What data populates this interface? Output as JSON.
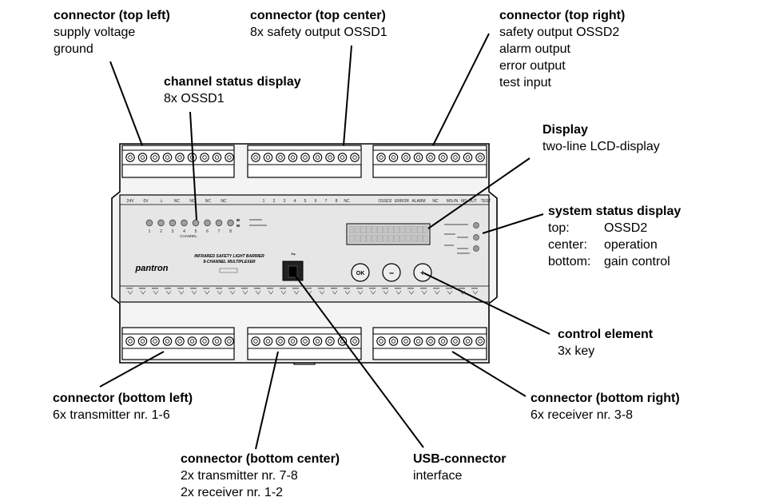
{
  "callouts": {
    "top_left": {
      "title": "connector (top left)",
      "lines": [
        "supply voltage",
        "ground"
      ]
    },
    "top_center": {
      "title": "connector (top center)",
      "lines": [
        "8x safety output OSSD1"
      ]
    },
    "top_right": {
      "title": "connector (top right)",
      "lines": [
        "safety output OSSD2",
        "alarm output",
        "error output",
        "test input"
      ]
    },
    "channel_status": {
      "title": "channel status display",
      "lines": [
        "8x OSSD1"
      ]
    },
    "display": {
      "title": "Display",
      "lines": [
        "two-line LCD-display"
      ]
    },
    "system_status": {
      "title": "system status display",
      "rows": [
        {
          "key": "top:",
          "value": "OSSD2"
        },
        {
          "key": "center:",
          "value": "operation"
        },
        {
          "key": "bottom:",
          "value": "gain control"
        }
      ]
    },
    "control": {
      "title": "control element",
      "lines": [
        "3x key"
      ]
    },
    "bottom_left": {
      "title": "connector (bottom left)",
      "lines": [
        "6x transmitter nr. 1-6"
      ]
    },
    "bottom_right": {
      "title": "connector (bottom right)",
      "lines": [
        "6x receiver nr. 3-8"
      ]
    },
    "bottom_center": {
      "title": "connector (bottom center)",
      "lines": [
        "2x transmitter nr. 7-8",
        "2x receiver nr. 1-2"
      ]
    },
    "usb": {
      "title": "USB-connector",
      "lines": [
        "interface"
      ]
    }
  },
  "device": {
    "brand": "pantron",
    "product_line1": "INFRARED SAFETY LIGHT BARRIER",
    "product_line2": "8-CHANNEL MULTIPLEXER",
    "channel_label": "CHANNEL",
    "channel_numbers": [
      "1",
      "2",
      "3",
      "4",
      "5",
      "6",
      "7",
      "8"
    ],
    "keys": [
      "OK",
      "–",
      "+"
    ],
    "top_terminal_labels": {
      "left": [
        "24V",
        "0V",
        "⏚",
        "NC",
        "NC",
        "NC",
        "NC"
      ],
      "center": [
        "1",
        "2",
        "3",
        "4",
        "5",
        "6",
        "7",
        "8",
        "NC"
      ],
      "right": [
        "OSSD2",
        "ERROR",
        "ALARM",
        "NC",
        "MS-IN",
        "MS-OUT",
        "TEST"
      ]
    }
  }
}
